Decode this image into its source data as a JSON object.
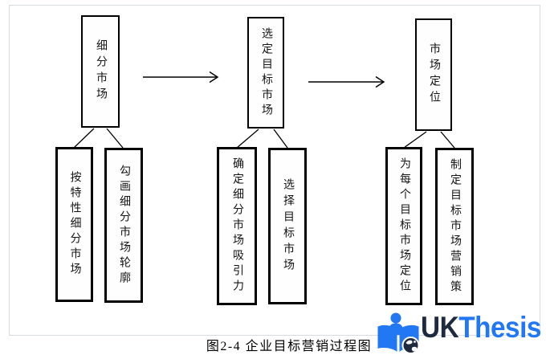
{
  "colors": {
    "box_border": "#000000",
    "frame_border": "#d7dce3",
    "logo_blue": "#2277f2",
    "logo_navy": "#1e2a3e"
  },
  "diagram": {
    "caption": "图2-4 企业目标营销过程图",
    "stages": [
      {
        "label": "细分市场",
        "children": [
          "按特性细分市场",
          "勾画细分市场轮廓"
        ]
      },
      {
        "label": "选定目标市场",
        "children": [
          "确定细分市场吸引力",
          "选择目标市场"
        ]
      },
      {
        "label": "市场定位",
        "children": [
          "为每个目标市场定位",
          "制定目标市场营销策"
        ]
      }
    ]
  },
  "logo": {
    "brand_uk": "UK",
    "brand_thesis": "Thesis",
    "icon": "reader-open-book-globe-icon"
  }
}
